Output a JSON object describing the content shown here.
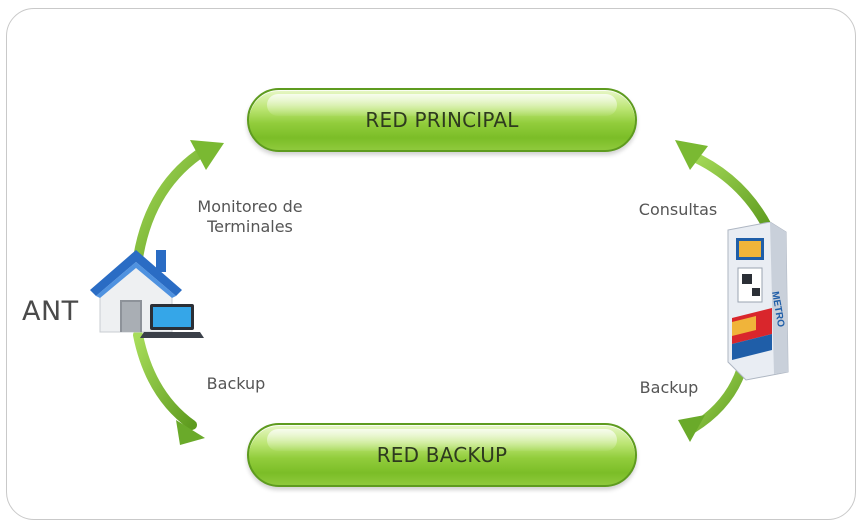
{
  "diagram": {
    "nodes": {
      "top": "RED PRINCIPAL",
      "bottom": "RED BACKUP"
    },
    "left": {
      "entity": "ANT",
      "top_label_line1": "Monitoreo de",
      "top_label_line2": "Terminales",
      "bottom_label": "Backup",
      "icon": "house-with-laptop-icon"
    },
    "right": {
      "top_label": "Consultas",
      "bottom_label": "Backup",
      "icon": "kiosk-terminal-icon",
      "kiosk_text": "METRO"
    },
    "colors": {
      "accent": "#7bbd27",
      "arrow": "#6fb12a",
      "roof": "#2a6cc4"
    }
  }
}
